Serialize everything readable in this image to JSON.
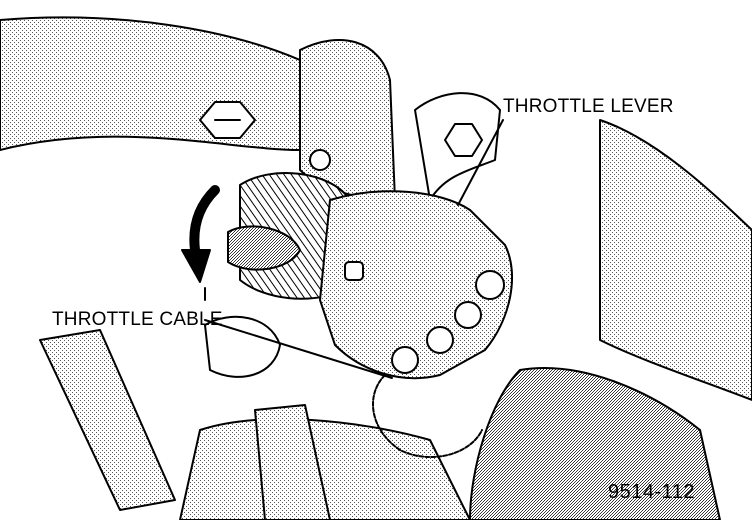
{
  "callouts": {
    "throttle_lever": "THROTTLE LEVER",
    "throttle_cable": "THROTTLE CABLE"
  },
  "figure_number": "9514-112",
  "colors": {
    "ink": "#000000",
    "paper": "#ffffff",
    "shade": "#9a9a9a"
  }
}
